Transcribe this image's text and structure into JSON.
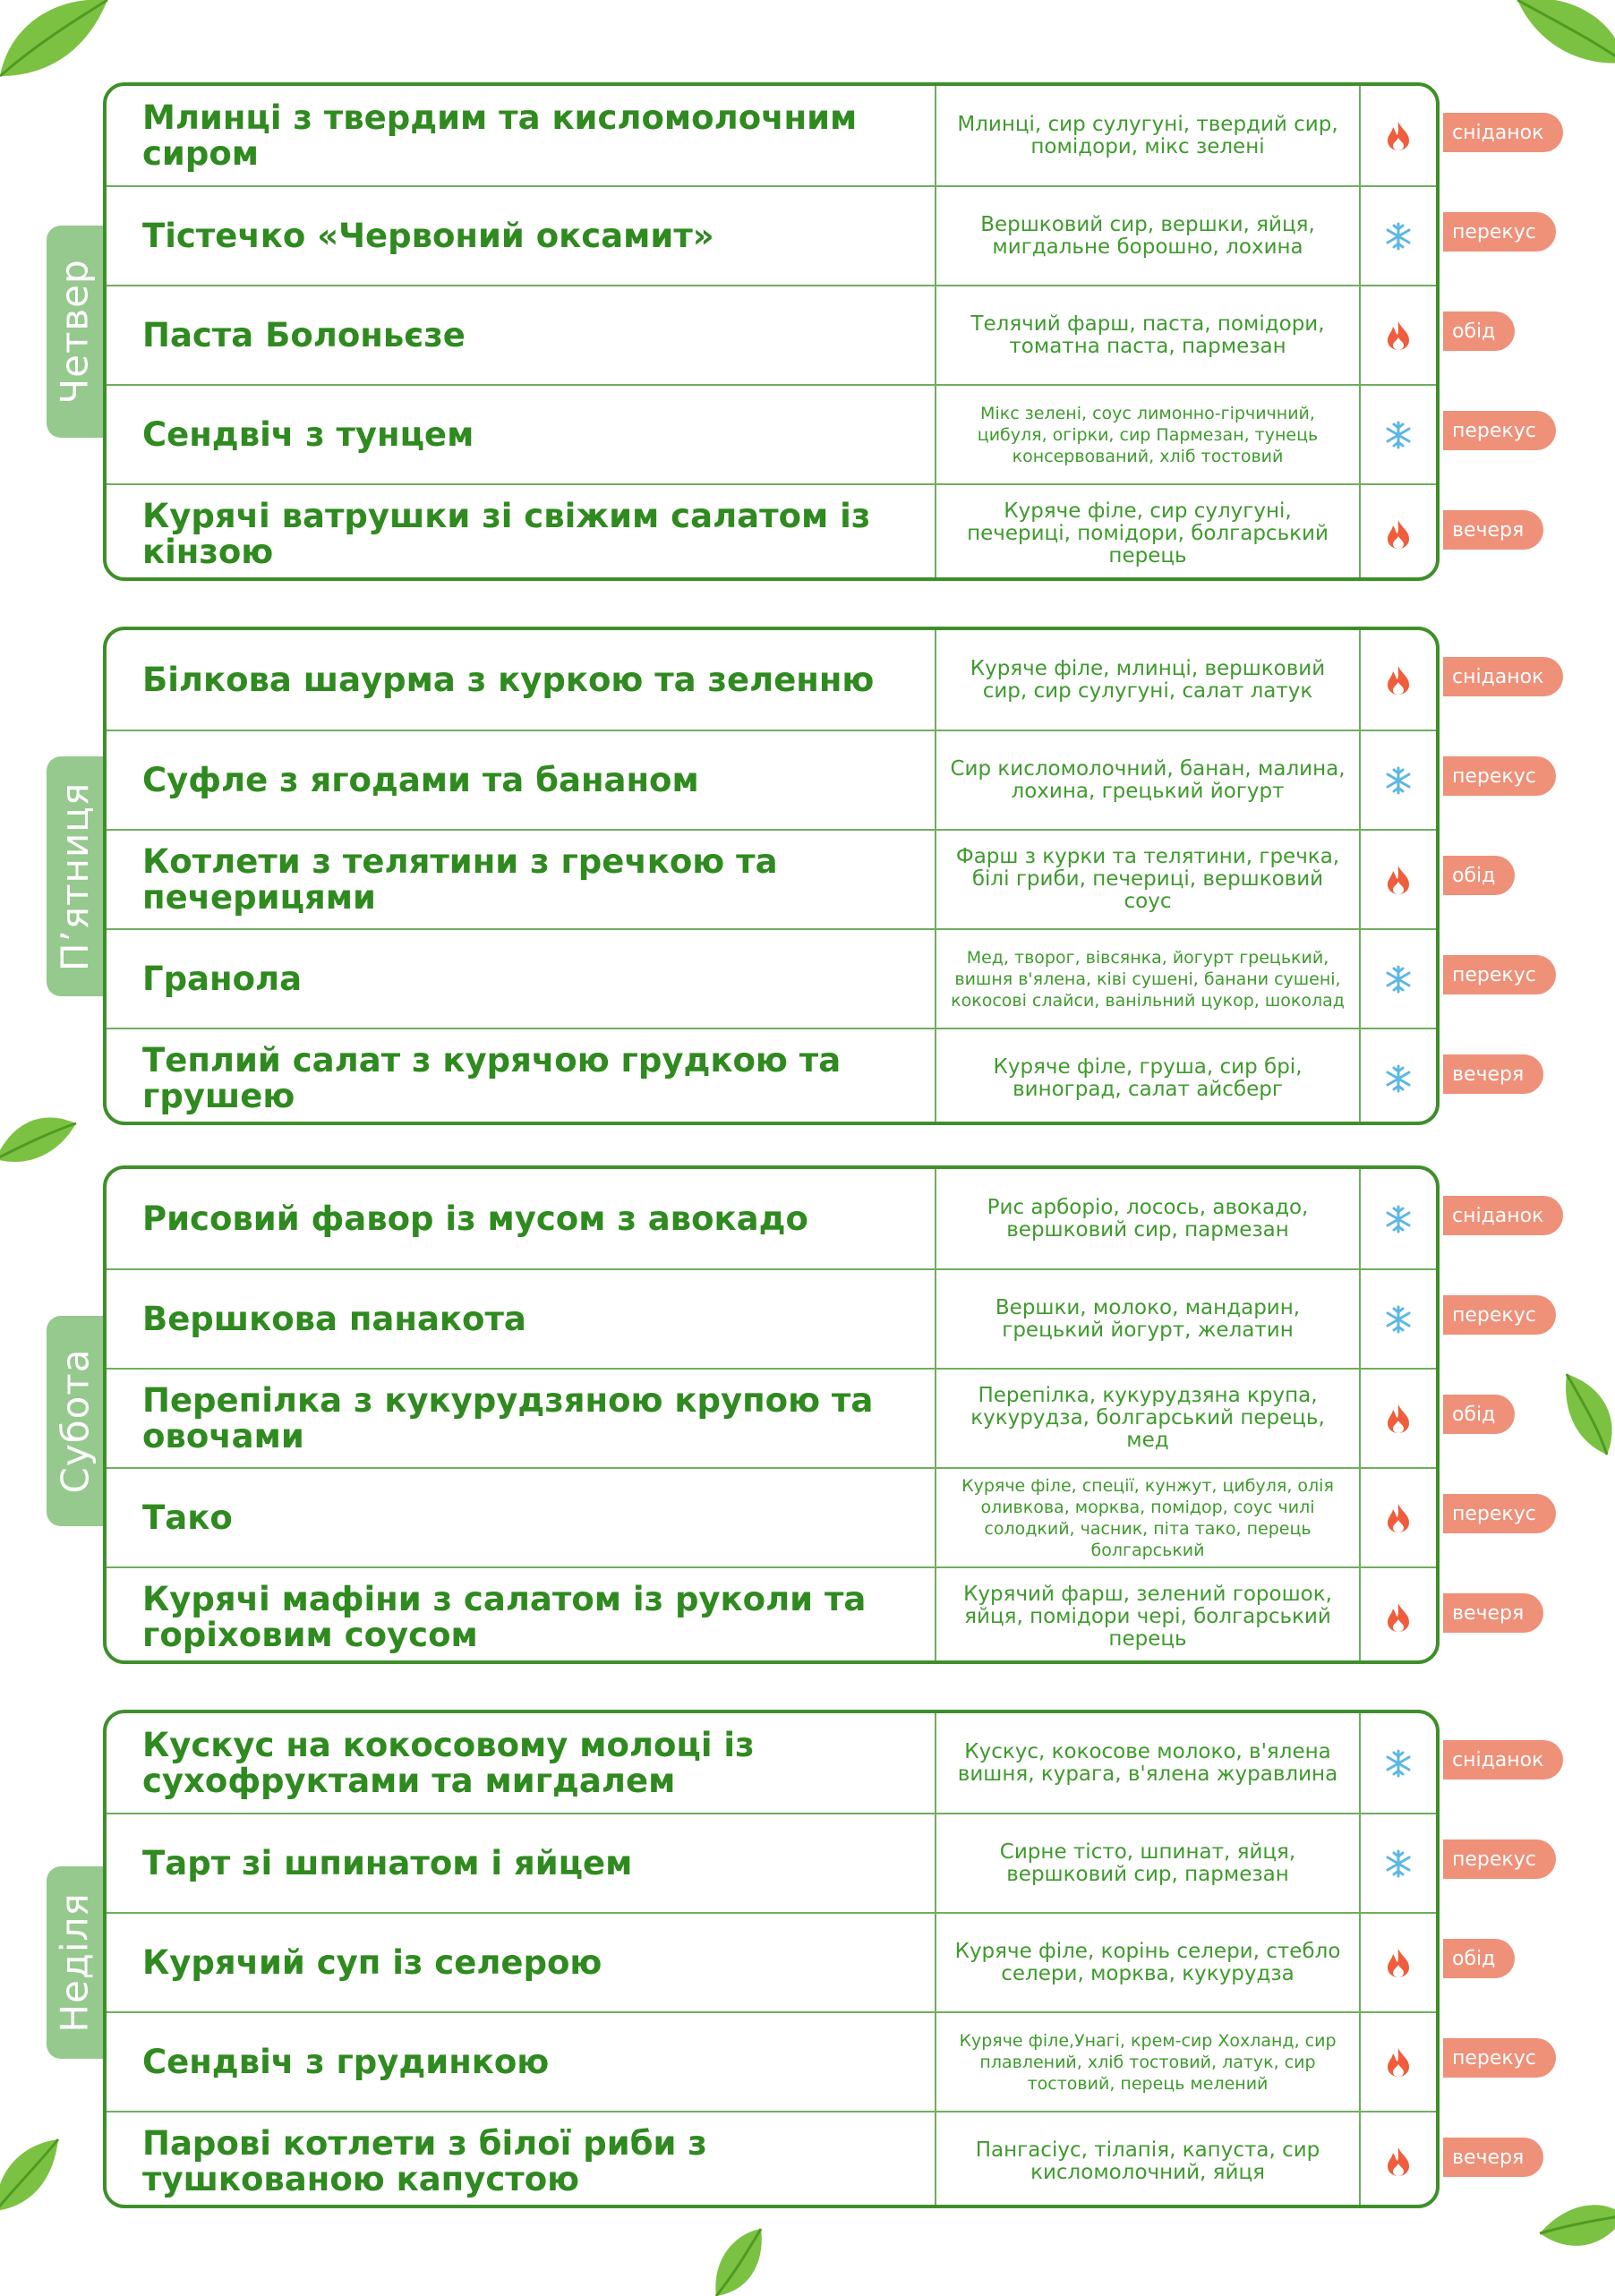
{
  "icons": {
    "hot": "fire-icon",
    "cold": "snowflake-icon"
  },
  "colors": {
    "green": "#3e8f2a",
    "tab": "#95c98d",
    "tag": "#ef9079",
    "fire": "#ef5d3c",
    "snow": "#5cb7e5"
  },
  "days": [
    {
      "label": "Четвер",
      "meals": [
        {
          "name": "Млинці з твердим та кисломолочним сиром",
          "ingredients": "Млинці, сир сулугуні, твердий сир, помідори, мікс зелені",
          "type": "hot",
          "tag": "сніданок"
        },
        {
          "name": "Тістечко «Червоний оксамит»",
          "ingredients": "Вершковий сир, вершки, яйця, мигдальне борошно, лохина",
          "type": "cold",
          "tag": "перекус"
        },
        {
          "name": "Паста Болоньєзе",
          "ingredients": "Телячий фарш, паста, помідори, томатна паста, пармезан",
          "type": "hot",
          "tag": "обід"
        },
        {
          "name": "Сендвіч з тунцем",
          "ingredients": "Мікс зелені, соус лимонно-гірчичний, цибуля, огірки, сир Пармезан, тунець консервований, хліб тостовий",
          "type": "cold",
          "tag": "перекус"
        },
        {
          "name": "Курячі ватрушки зі свіжим салатом із кінзою",
          "ingredients": "Куряче філе, сир сулугуні, печериці, помідори, болгарський перець",
          "type": "hot",
          "tag": "вечеря"
        }
      ]
    },
    {
      "label": "П’ятниця",
      "meals": [
        {
          "name": "Білкова шаурма з куркою та зеленню",
          "ingredients": "Куряче філе, млинці, вершковий сир, сир сулугуні, салат латук",
          "type": "hot",
          "tag": "сніданок"
        },
        {
          "name": "Суфле з ягодами та бананом",
          "ingredients": "Сир кисломолочний, банан, малина, лохина, грецький йогурт",
          "type": "cold",
          "tag": "перекус"
        },
        {
          "name": "Котлети з телятини з гречкою та печерицями",
          "ingredients": "Фарш з курки та телятини, гречка, білі гриби, печериці, вершковий соус",
          "type": "hot",
          "tag": "обід"
        },
        {
          "name": "Гранола",
          "ingredients": "Мед, творог, вівсянка, йогурт грецький, вишня в'ялена, ківі сушені, банани сушені, кокосові слайси, ванільний цукор, шоколад",
          "type": "cold",
          "tag": "перекус"
        },
        {
          "name": "Теплий салат з курячою грудкою та грушею",
          "ingredients": "Куряче філе, груша, сир брі, виноград, салат айсберг",
          "type": "cold",
          "tag": "вечеря"
        }
      ]
    },
    {
      "label": "Субота",
      "meals": [
        {
          "name": "Рисовий фавор із мусом з авокадо",
          "ingredients": "Рис арборіо, лосось, авокадо, вершковий сир, пармезан",
          "type": "cold",
          "tag": "сніданок"
        },
        {
          "name": "Вершкова панакота",
          "ingredients": "Вершки, молоко, мандарин, грецький йогурт, желатин",
          "type": "cold",
          "tag": "перекус"
        },
        {
          "name": "Перепілка з кукурудзяною крупою та овочами",
          "ingredients": "Перепілка, кукурудзяна крупа, кукурудза, болгарський перець, мед",
          "type": "hot",
          "tag": "обід"
        },
        {
          "name": "Тако",
          "ingredients": "Куряче філе, спеції, кунжут, цибуля, олія оливкова, морква, помідор, соус чилі солодкий, часник, піта тако, перець болгарський",
          "type": "hot",
          "tag": "перекус"
        },
        {
          "name": "Курячі мафіни з салатом із руколи та горіховим соусом",
          "ingredients": "Курячий фарш, зелений горошок, яйця, помідори чері, болгарський перець",
          "type": "hot",
          "tag": "вечеря"
        }
      ]
    },
    {
      "label": "Неділя",
      "meals": [
        {
          "name": "Кускус на кокосовому молоці із сухофруктами та мигдалем",
          "ingredients": "Кускус, кокосове молоко, в'ялена вишня, курага, в'ялена журавлина",
          "type": "cold",
          "tag": "сніданок"
        },
        {
          "name": "Тарт зі шпинатом і яйцем",
          "ingredients": "Сирне тісто, шпинат, яйця, вершковий сир, пармезан",
          "type": "cold",
          "tag": "перекус"
        },
        {
          "name": "Курячий суп із селерою",
          "ingredients": "Куряче філе, корінь селери, стебло селери, морква, кукурудза",
          "type": "hot",
          "tag": "обід"
        },
        {
          "name": "Сендвіч з грудинкою",
          "ingredients": "Куряче філе,Унагі, крем-сир Хохланд, сир плавлений, хліб тостовий, латук, сир тостовий, перець мелений",
          "type": "hot",
          "tag": "перекус"
        },
        {
          "name": "Парові котлети з білої риби з тушкованою капустою",
          "ingredients": "Пангасіус, тілапія, капуста, сир кисломолочний, яйця",
          "type": "hot",
          "tag": "вечеря"
        }
      ]
    }
  ]
}
